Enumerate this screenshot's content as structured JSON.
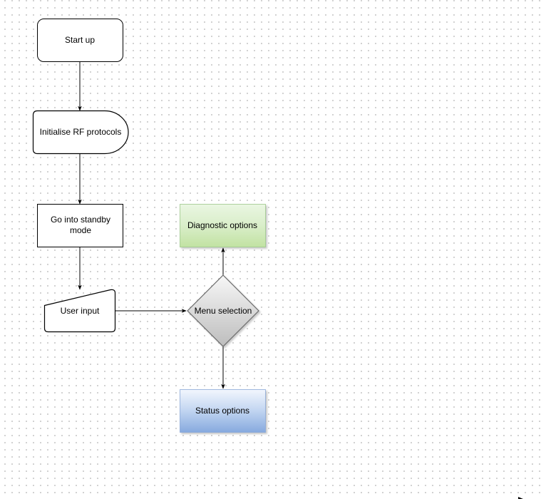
{
  "nodes": {
    "start_up": "Start up",
    "init_rf": "Initialise RF protocols",
    "standby": "Go into standby mode",
    "user_input": "User input",
    "menu_selection": "Menu selection",
    "diagnostic": "Diagnostic options",
    "status": "Status options"
  },
  "colors": {
    "stroke": "#000000",
    "diamond_stroke": "#666666",
    "diagnostic_fill_top": "#e9f7e0",
    "diagnostic_fill_bottom": "#c5e4a8",
    "status_fill_top": "#eaf1fb",
    "status_fill_bottom": "#8fb0e0",
    "diamond_fill_top": "#f4f4f4",
    "diamond_fill_bottom": "#c2c2c2"
  }
}
